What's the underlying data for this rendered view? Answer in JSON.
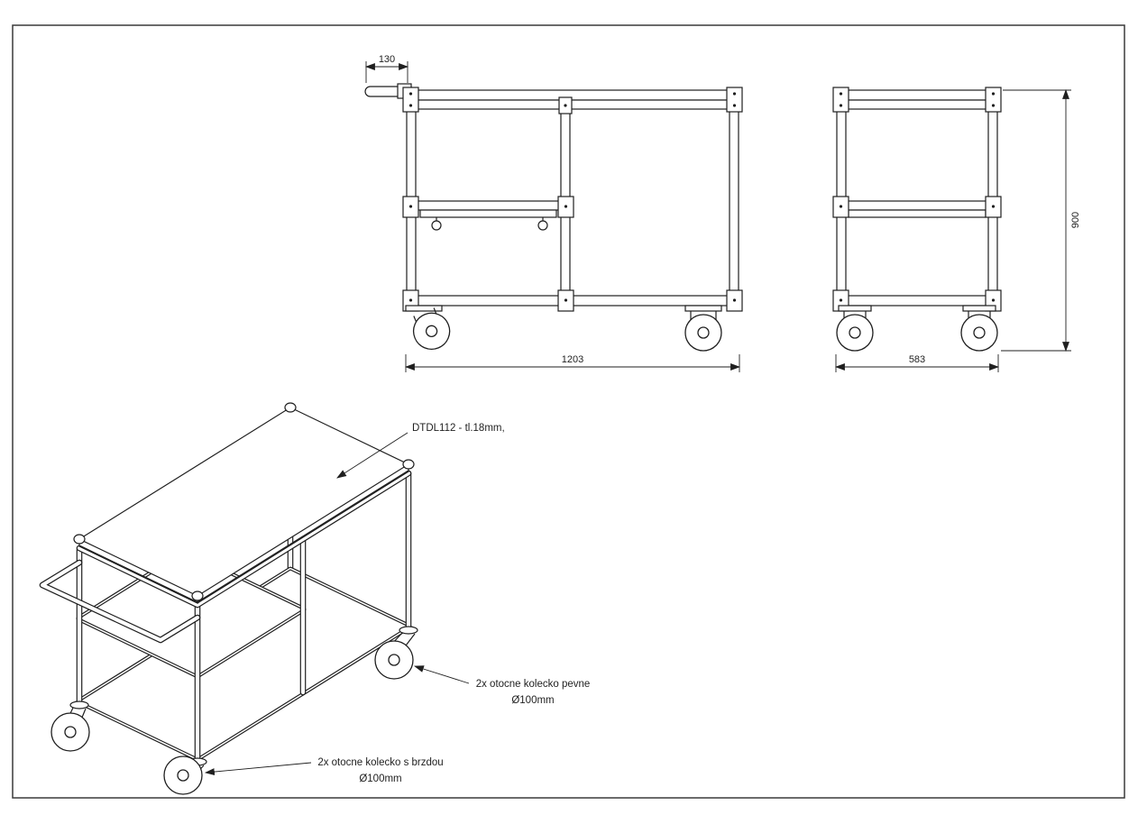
{
  "colors": {
    "ink": "#1f1f1f",
    "paper": "#ffffff"
  },
  "dimensions": {
    "front": {
      "handle_offset": "130",
      "overall_length": "1203"
    },
    "side": {
      "overall_depth": "583",
      "overall_height": "900"
    }
  },
  "annotations": {
    "shelf_material": "DTDL112 - tl.18mm,",
    "casters_fixed": {
      "line1": "2x otocne kolecko pevne",
      "line2": "Ø100mm"
    },
    "casters_brake": {
      "line1": "2x otocne kolecko s brzdou",
      "line2": "Ø100mm"
    }
  }
}
